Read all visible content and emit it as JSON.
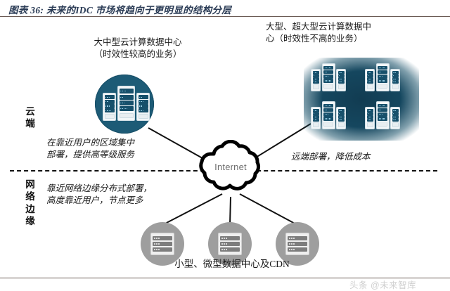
{
  "header": {
    "figure_title": "图表 36: 未来的IDC 市场将趋向于更明显的结构分层",
    "title_color": "#2a3b55",
    "rule_color": "#6b5b55"
  },
  "layers": {
    "cloud_label": "云端",
    "edge_label": "网络边缘"
  },
  "nodes": {
    "regional_dc": {
      "title": "大中型云计算数据中心\n（时效性较高的业务）",
      "note": "在靠近用户的区域集中\n部署，提供高等级服务",
      "icon": "server-rack-circle-icon",
      "color": "#1d5b76"
    },
    "hyperscale_dc": {
      "title": "大型、超大型云计算数据中\n心（时效性不高的业务）",
      "note": "远端部署，降低成本",
      "icon": "server-farm-cluster-icon",
      "color": "#15475f"
    },
    "edge_dc": {
      "title": "小型、微型数据中心及CDN",
      "note": "靠近网络边缘分布式部署，\n高度靠近用户，节点更多",
      "icon": "server-rack-circle-icon",
      "color": "#9e9e9e",
      "count": 3
    },
    "internet": {
      "label": "Internet",
      "icon": "cloud-icon",
      "text_color": "#6d6d6d",
      "outline_color": "#000000"
    }
  },
  "watermark": {
    "text": "头条 @未来智库",
    "color": "#cfcfcf"
  }
}
